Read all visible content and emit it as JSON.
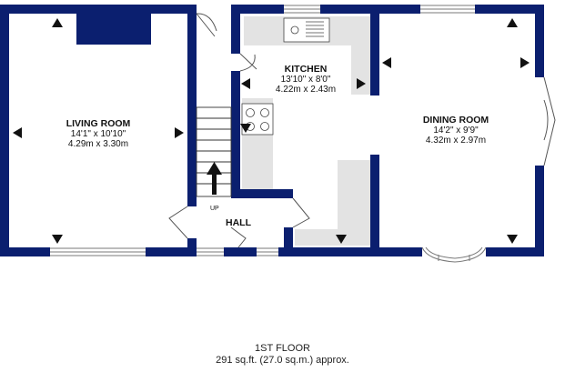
{
  "colors": {
    "wall": "#0b1f6f",
    "fixture": "#e3e3e3",
    "arrow": "#111111",
    "text": "#111111"
  },
  "rooms": {
    "living": {
      "name": "LIVING ROOM",
      "dim_imperial": "14'1\" x 10'10\"",
      "dim_metric": "4.29m x 3.30m"
    },
    "kitchen": {
      "name": "KITCHEN",
      "dim_imperial": "13'10\" x 8'0\"",
      "dim_metric": "4.22m x 2.43m"
    },
    "dining": {
      "name": "DINING ROOM",
      "dim_imperial": "14'2\" x 9'9\"",
      "dim_metric": "4.32m x 2.97m"
    },
    "hall": {
      "name": "HALL"
    }
  },
  "stairs": {
    "label": "UP"
  },
  "footer": {
    "floor": "1ST FLOOR",
    "area": "291 sq.ft. (27.0 sq.m.) approx."
  },
  "icons": [
    "dimension-arrow-icon",
    "sink-icon",
    "hob-icon",
    "stair-up-arrow-icon",
    "door-swing-icon"
  ]
}
